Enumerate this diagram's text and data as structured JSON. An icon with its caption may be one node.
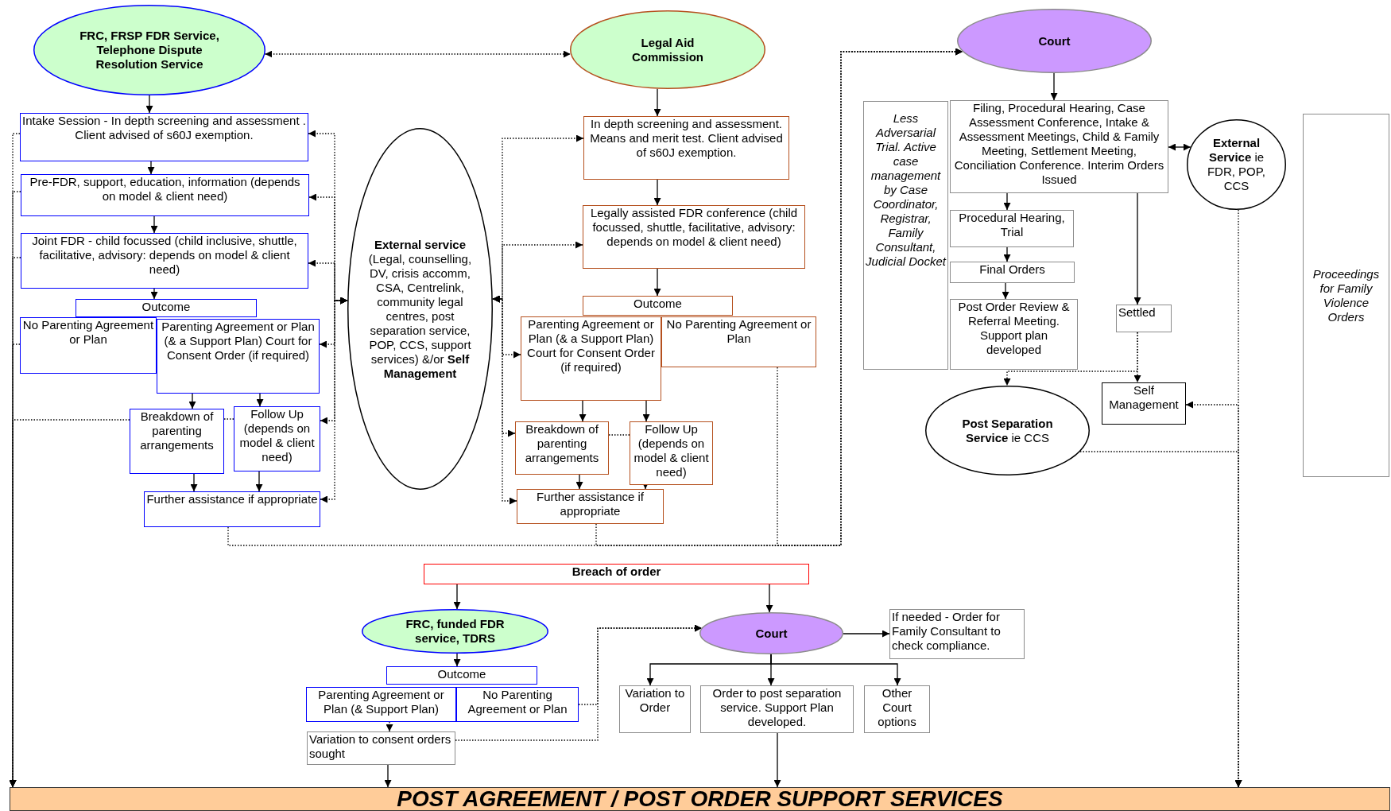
{
  "diagram": {
    "nodes": [
      {
        "text": [
          "FRC, FRSP FDR Service, Telephone Dispute Resolution Service"
        ]
      },
      {
        "text": [
          "Legal Aid Commission"
        ]
      },
      {
        "text": [
          "Court"
        ]
      },
      {
        "text": [
          "Intake Session - In depth screening and assessment .  Client advised of s60J exemption."
        ]
      },
      {
        "text": [
          "Pre-FDR, support, education, information (depends on model & client need)"
        ]
      },
      {
        "text": [
          "Joint FDR - child focussed (child inclusive, shuttle, facilitative, advisory: depends on model & client need)"
        ]
      },
      {
        "text": [
          "Outcome"
        ]
      },
      {
        "text": [
          "No Parenting Agreement or Plan"
        ]
      },
      {
        "text": [
          "Parenting Agreement or Plan (& a Support Plan) Court for Consent Order (if required)"
        ]
      },
      {
        "text": [
          "Breakdown of parenting arrangements"
        ]
      },
      {
        "text": [
          "Follow Up (depends on model & client need)"
        ]
      },
      {
        "text": [
          "Further assistance if appropriate"
        ]
      },
      {
        "text": [
          "**External service** (Legal, counselling, DV, crisis accomm, CSA, Centrelink, community legal centres, post separation service, POP, CCS, support services) &/or **Self Management**"
        ]
      },
      {
        "text": [
          "In depth screening and assessment. Means and merit test. Client advised of s60J exemption."
        ]
      },
      {
        "text": [
          "Legally assisted FDR conference (child focussed, shuttle, facilitative, advisory: depends on model & client need)"
        ]
      },
      {
        "text": [
          "Outcome"
        ]
      },
      {
        "text": [
          "Parenting Agreement or Plan (& a Support Plan) Court for Consent Order (if required)"
        ]
      },
      {
        "text": [
          "No Parenting Agreement or Plan"
        ]
      },
      {
        "text": [
          "Breakdown of parenting arrangements"
        ]
      },
      {
        "text": [
          "Follow Up (depends on model & client need)"
        ]
      },
      {
        "text": [
          "Further assistance if appropriate"
        ]
      },
      {
        "text": [
          "Less Adversarial Trial. Active case management by Case Coordinator, Registrar, Family Consultant, Judicial Docket"
        ]
      },
      {
        "text": [
          "Filing, Procedural Hearing, Case Assessment Conference,  Intake & Assessment Meetings, Child & Family Meeting, Settlement Meeting, Conciliation Conference. Interim Orders Issued"
        ]
      },
      {
        "text": [
          "Procedural Hearing, Trial"
        ]
      },
      {
        "text": [
          "Final Orders"
        ]
      },
      {
        "text": [
          "Post Order Review & Referral Meeting. Support plan developed"
        ]
      },
      {
        "text": [
          "Settled"
        ]
      },
      {
        "text": [
          "**External Service** ie FDR, POP, CCS"
        ]
      },
      {
        "text": [
          "Self Management"
        ]
      },
      {
        "text": [
          "**Post Separation Service** ie CCS"
        ]
      },
      {
        "text": [
          "Proceedings for Family Violence Orders"
        ]
      },
      {
        "text": [
          "Breach of order"
        ]
      },
      {
        "text": [
          "FRC, funded FDR service, TDRS"
        ]
      },
      {
        "text": [
          "Outcome"
        ]
      },
      {
        "text": [
          "Parenting Agreement or Plan (& Support Plan)"
        ]
      },
      {
        "text": [
          "No Parenting Agreement or Plan"
        ]
      },
      {
        "text": [
          "Variation to consent orders sought"
        ]
      },
      {
        "text": [
          "Court"
        ]
      },
      {
        "text": [
          "If needed - Order for Family Consultant to check compliance."
        ]
      },
      {
        "text": [
          "Variation to Order"
        ]
      },
      {
        "text": [
          "Order to post separation service. Support Plan developed."
        ]
      },
      {
        "text": [
          "Other Court options"
        ]
      },
      {
        "text": [
          "POST AGREEMENT / POST ORDER SUPPORT SERVICES"
        ]
      }
    ],
    "edges": [
      {
        "from": 0,
        "to": 1,
        "arrow": "both",
        "style": "dashed"
      },
      {
        "from": 0,
        "to": 3,
        "arrow": "to"
      },
      {
        "from": 3,
        "to": 4,
        "arrow": "to"
      },
      {
        "from": 4,
        "to": 5,
        "arrow": "to"
      },
      {
        "from": 5,
        "to": 6,
        "arrow": "to"
      },
      {
        "from": 8,
        "to": 9,
        "arrow": "to"
      },
      {
        "from": 8,
        "to": 10,
        "arrow": "to"
      },
      {
        "from": 9,
        "to": 11,
        "arrow": "to"
      },
      {
        "from": 10,
        "to": 11,
        "arrow": "to"
      },
      {
        "from": 1,
        "to": 13,
        "arrow": "to"
      },
      {
        "from": 13,
        "to": 14,
        "arrow": "to"
      },
      {
        "from": 14,
        "to": 15,
        "arrow": "to"
      },
      {
        "from": 16,
        "to": 18,
        "arrow": "to"
      },
      {
        "from": 16,
        "to": 19,
        "arrow": "to"
      },
      {
        "from": 18,
        "to": 20,
        "arrow": "to"
      },
      {
        "from": 19,
        "to": 20,
        "arrow": "to"
      },
      {
        "from": 2,
        "to": 22,
        "arrow": "to"
      },
      {
        "from": 22,
        "to": 23,
        "arrow": "to"
      },
      {
        "from": 23,
        "to": 24,
        "arrow": "to"
      },
      {
        "from": 24,
        "to": 25,
        "arrow": "to"
      },
      {
        "from": 22,
        "to": 26,
        "arrow": "to"
      },
      {
        "from": 22,
        "to": 27,
        "arrow": "both"
      },
      {
        "from": 26,
        "to": 28,
        "arrow": "to",
        "style": "dashed"
      },
      {
        "from": 26,
        "to": 29,
        "arrow": "to",
        "style": "dashed"
      },
      {
        "from": 28,
        "to": 42,
        "arrow": "both",
        "style": "dashed"
      },
      {
        "from": 29,
        "to": 42,
        "arrow": "to",
        "style": "dashed"
      },
      {
        "from": 27,
        "to": 42,
        "arrow": "to",
        "style": "dashed"
      },
      {
        "from": 3,
        "to": 42,
        "arrow": "to",
        "style": "dashed"
      },
      {
        "from": 4,
        "to": 42,
        "arrow": "to",
        "style": "dashed"
      },
      {
        "from": 5,
        "to": 42,
        "arrow": "to",
        "style": "dashed"
      },
      {
        "from": 7,
        "to": 42,
        "arrow": "to",
        "style": "dashed"
      },
      {
        "from": 9,
        "to": 42,
        "arrow": "to",
        "style": "dashed"
      },
      {
        "from": 3,
        "to": 12,
        "arrow": "both",
        "style": "dashed"
      },
      {
        "from": 4,
        "to": 12,
        "arrow": "both",
        "style": "dashed"
      },
      {
        "from": 5,
        "to": 12,
        "arrow": "both",
        "style": "dashed"
      },
      {
        "from": 8,
        "to": 12,
        "arrow": "both",
        "style": "dashed"
      },
      {
        "from": 10,
        "to": 12,
        "arrow": "both",
        "style": "dashed"
      },
      {
        "from": 11,
        "to": 12,
        "arrow": "both",
        "style": "dashed"
      },
      {
        "from": 13,
        "to": 12,
        "arrow": "both",
        "style": "dashed"
      },
      {
        "from": 14,
        "to": 12,
        "arrow": "both",
        "style": "dashed"
      },
      {
        "from": 16,
        "to": 12,
        "arrow": "both",
        "style": "dashed"
      },
      {
        "from": 18,
        "to": 12,
        "arrow": "both",
        "style": "dashed"
      },
      {
        "from": 20,
        "to": 12,
        "arrow": "both",
        "style": "dashed"
      },
      {
        "from": 9,
        "to": 10,
        "arrow": "none",
        "style": "dashed"
      },
      {
        "from": 18,
        "to": 19,
        "arrow": "none",
        "style": "dashed"
      },
      {
        "from": 11,
        "to": 2,
        "arrow": "to",
        "style": "dashed"
      },
      {
        "from": 20,
        "to": 2,
        "arrow": "to",
        "style": "dashed"
      },
      {
        "from": 17,
        "to": 2,
        "arrow": "to",
        "style": "dashed"
      },
      {
        "from": 31,
        "to": 32,
        "arrow": "to"
      },
      {
        "from": 31,
        "to": 37,
        "arrow": "to"
      },
      {
        "from": 32,
        "to": 33,
        "arrow": "to"
      },
      {
        "from": 34,
        "to": 36,
        "arrow": "to",
        "style": "dashed"
      },
      {
        "from": 36,
        "to": 42,
        "arrow": "to"
      },
      {
        "from": 35,
        "to": 37,
        "arrow": "to",
        "style": "dashed"
      },
      {
        "from": 36,
        "to": 37,
        "arrow": "to",
        "style": "dashed"
      },
      {
        "from": 37,
        "to": 38,
        "arrow": "to"
      },
      {
        "from": 37,
        "to": 39,
        "arrow": "to"
      },
      {
        "from": 37,
        "to": 40,
        "arrow": "to"
      },
      {
        "from": 37,
        "to": 41,
        "arrow": "to"
      },
      {
        "from": 40,
        "to": 42,
        "arrow": "to"
      }
    ]
  }
}
